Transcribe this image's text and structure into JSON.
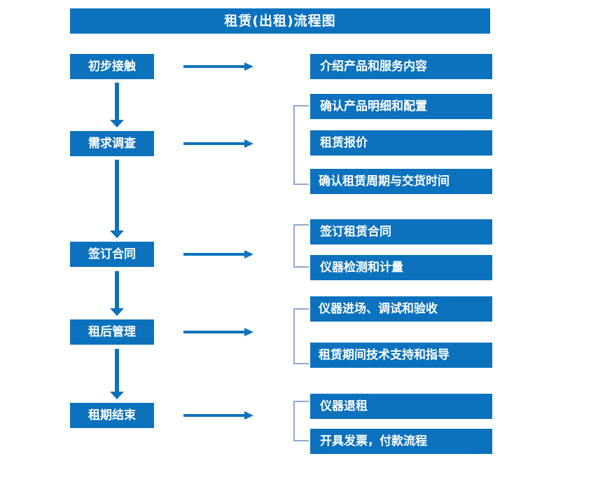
{
  "title": {
    "text": "租赁(出租)流程图"
  },
  "colors": {
    "brand_blue": "#0C72BE",
    "bracket_gray_blue": "#8FA9C9",
    "text_on_blue": "#FFFFFF",
    "background": "#FFFFFF"
  },
  "stages": [
    {
      "label": "初步接触"
    },
    {
      "label": "需求调查"
    },
    {
      "label": "签订合同"
    },
    {
      "label": "租后管理"
    },
    {
      "label": "租期结束"
    }
  ],
  "details": [
    {
      "label": "介绍产品和服务内容",
      "group": 1
    },
    {
      "label": "确认产品明细和配置",
      "group": 2
    },
    {
      "label": "租赁报价",
      "group": 2
    },
    {
      "label": "确认租赁周期与交货时间",
      "group": 2
    },
    {
      "label": "签订租赁合同",
      "group": 3
    },
    {
      "label": "仪器检测和计量",
      "group": 3
    },
    {
      "label": "仪器进场、调试和验收",
      "group": 4
    },
    {
      "label": "租赁期间技术支持和指导",
      "group": 4
    },
    {
      "label": "仪器退租",
      "group": 5
    },
    {
      "label": "开具发票，付款流程",
      "group": 5
    }
  ],
  "connectors": {
    "horizontal_arrow_name": "right-arrow",
    "vertical_arrow_name": "down-arrow",
    "bracket_name": "group-bracket"
  }
}
